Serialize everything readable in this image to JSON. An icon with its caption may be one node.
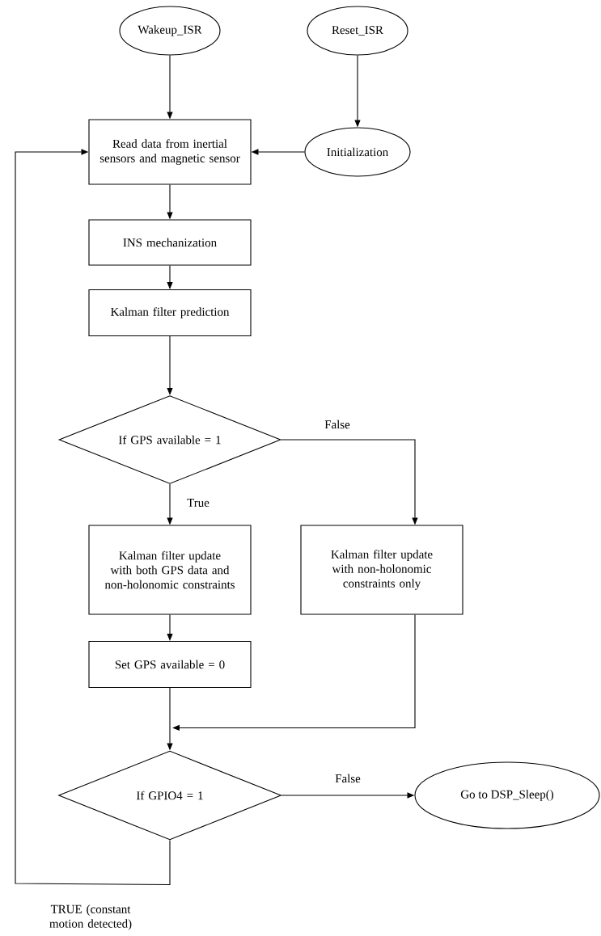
{
  "diagram": {
    "nodes": [
      {
        "text": [
          "Wakeup_ISR"
        ]
      },
      {
        "text": [
          "Reset_ISR"
        ]
      },
      {
        "text": [
          "Read data from inertial sensors and magnetic sensor"
        ]
      },
      {
        "text": [
          "Initialization"
        ]
      },
      {
        "text": [
          "INS mechanization"
        ]
      },
      {
        "text": [
          "Kalman filter prediction"
        ]
      },
      {
        "text": [
          "If GPS available = 1"
        ]
      },
      {
        "text": [
          "Kalman filter update with both GPS data and non-holonomic constraints"
        ]
      },
      {
        "text": [
          "Kalman filter update with non-holonomic constraints only"
        ]
      },
      {
        "text": [
          "Set GPS available = 0"
        ]
      },
      {
        "text": [
          "If GPIO4 = 1"
        ]
      },
      {
        "text": [
          "Go to DSP_Sleep()"
        ]
      }
    ],
    "edges": [
      {
        "from": 0,
        "to": 2,
        "arrow": "to"
      },
      {
        "from": 1,
        "to": 3,
        "arrow": "to"
      },
      {
        "from": 3,
        "to": 2,
        "arrow": "to"
      },
      {
        "from": 2,
        "to": 4,
        "arrow": "to"
      },
      {
        "from": 4,
        "to": 5,
        "arrow": "to"
      },
      {
        "from": 5,
        "to": 6,
        "arrow": "to"
      },
      {
        "from": 6,
        "to": 7,
        "arrow": "to",
        "label": "True"
      },
      {
        "from": 6,
        "to": 8,
        "arrow": "to",
        "label": "False"
      },
      {
        "from": 7,
        "to": 9,
        "arrow": "to"
      },
      {
        "from": 9,
        "to": 10,
        "arrow": "to"
      },
      {
        "from": 8,
        "to": 10,
        "arrow": "to"
      },
      {
        "from": 10,
        "to": 11,
        "arrow": "to",
        "label": "False"
      },
      {
        "from": 10,
        "to": 2,
        "arrow": "to",
        "label": "TRUE (constant motion detected)"
      }
    ]
  }
}
